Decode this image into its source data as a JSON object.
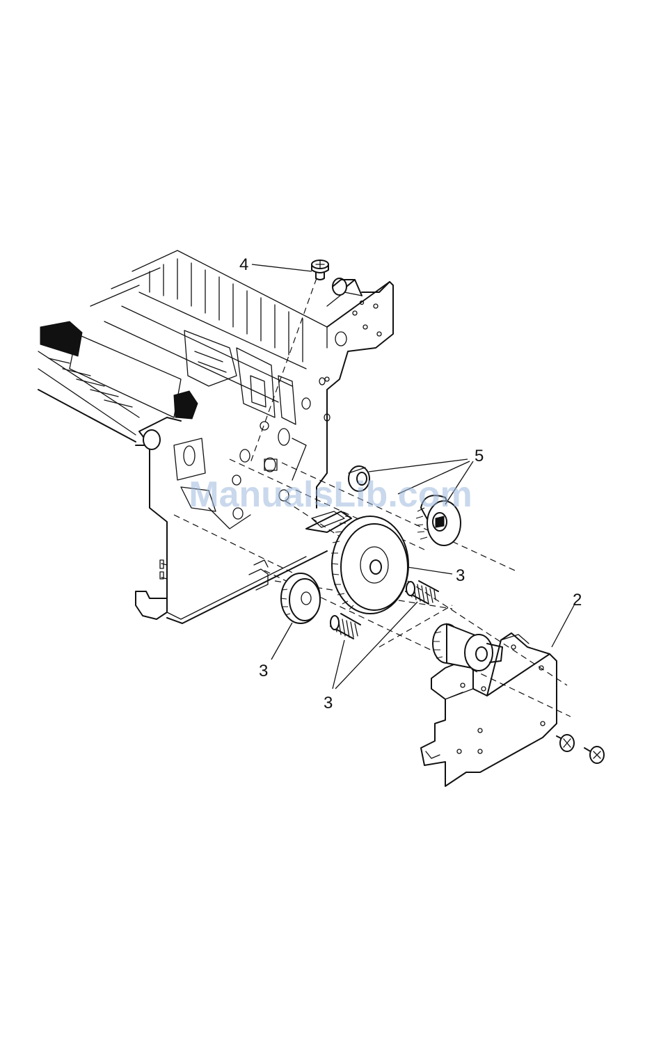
{
  "callouts": {
    "item4": "4",
    "item5": "5",
    "item3_gear": "3",
    "item2": "2",
    "item3_left": "3",
    "item3_springs": "3"
  },
  "watermark": "ManualsLib.com",
  "colors": {
    "line": "#111111",
    "watermark": "#9db8dc",
    "background": "#ffffff"
  }
}
